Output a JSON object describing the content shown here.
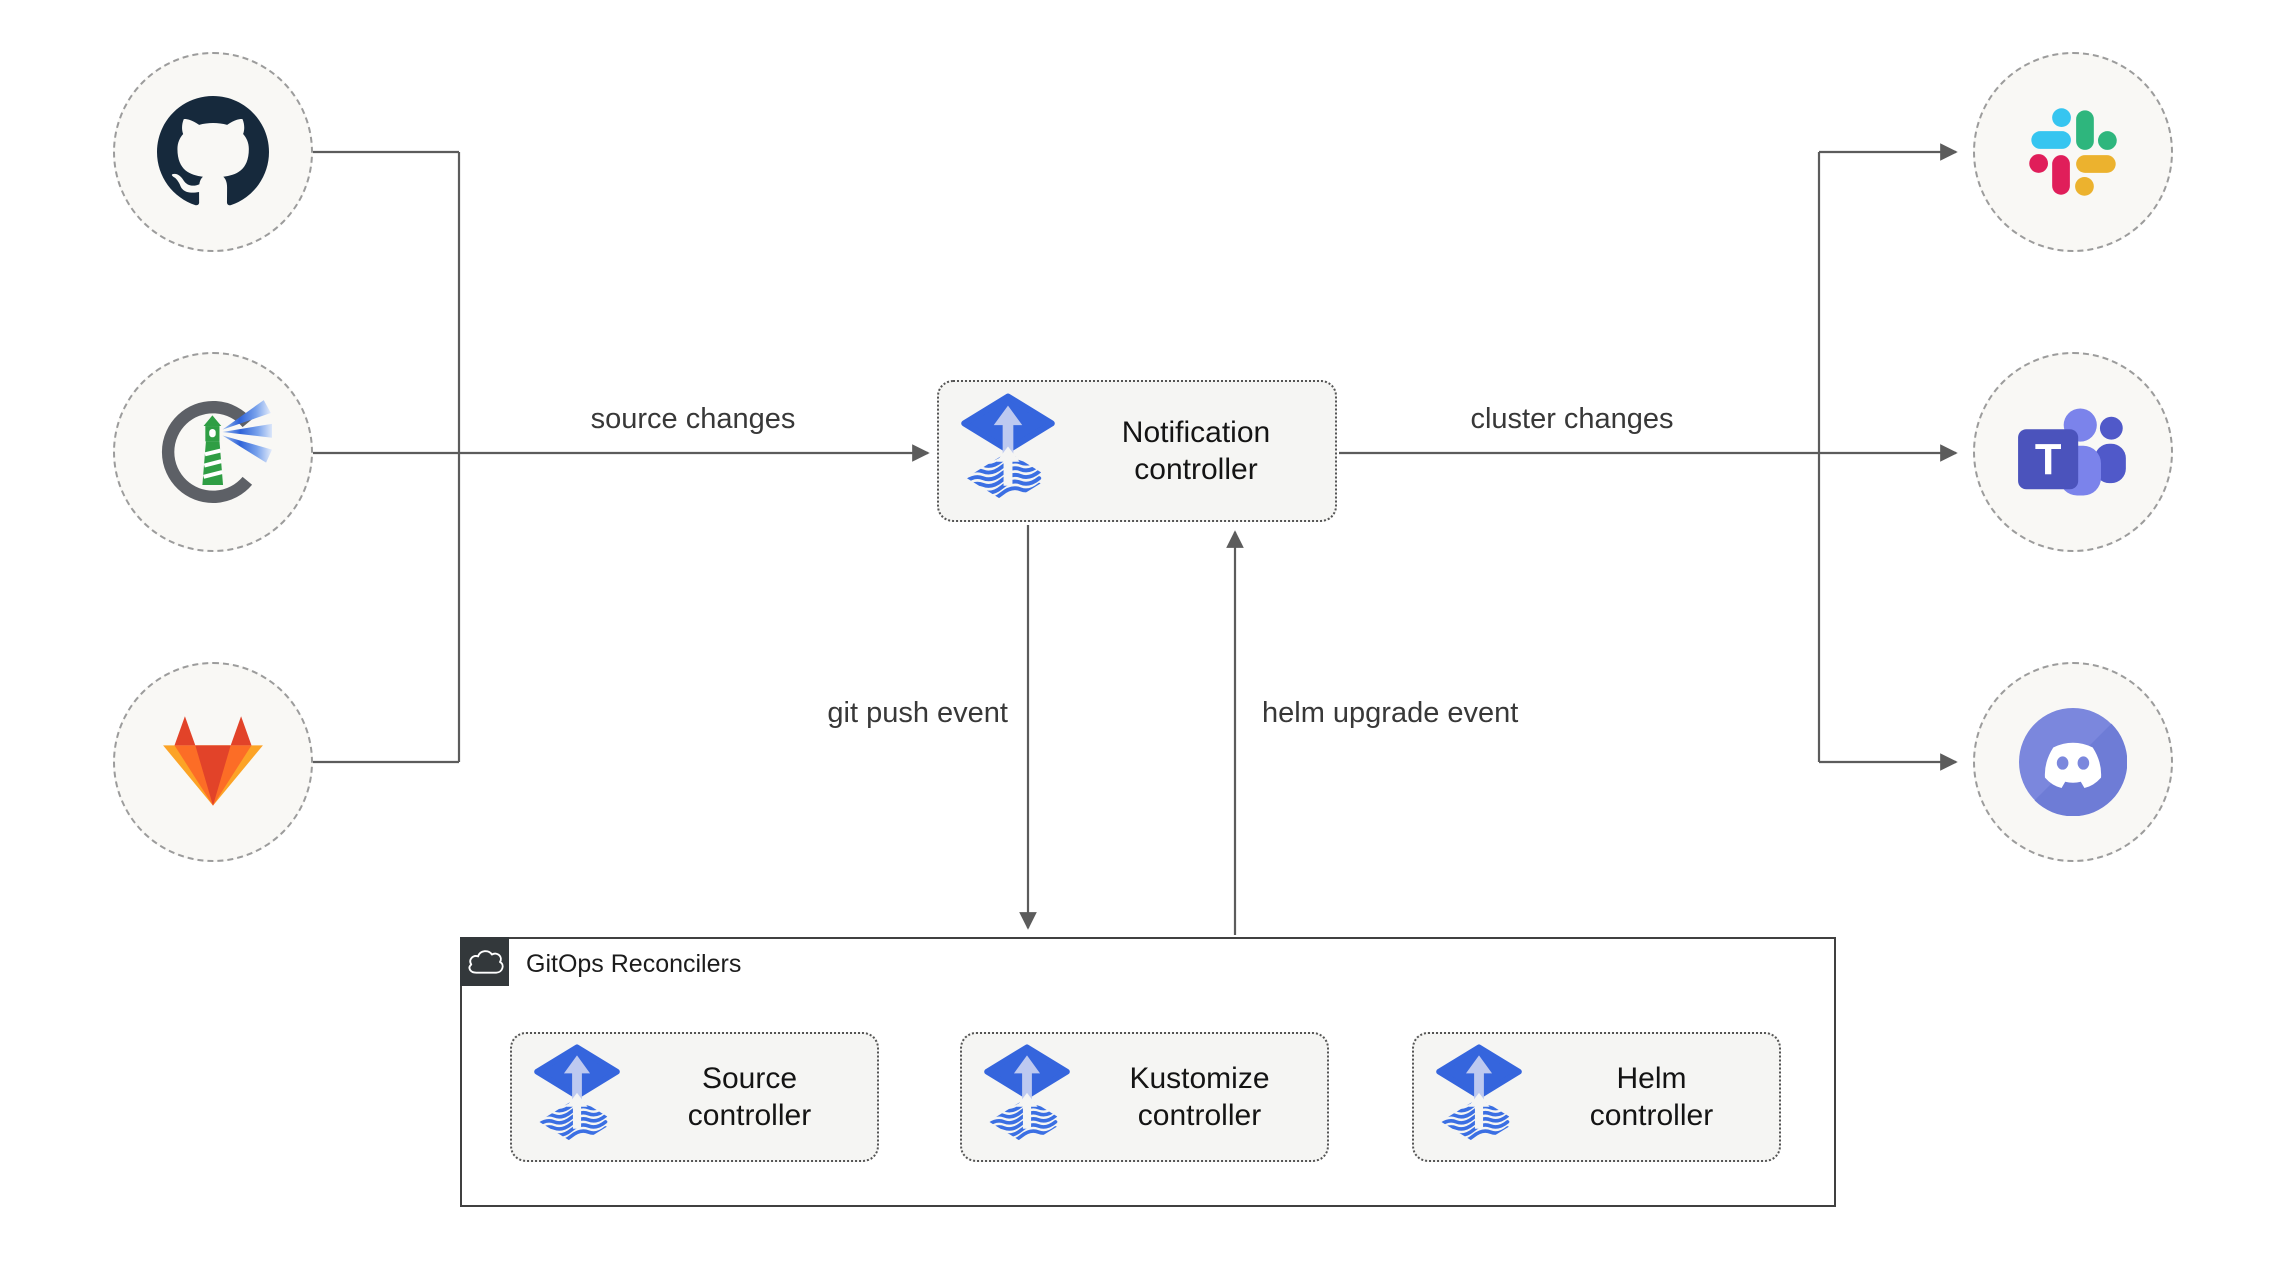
{
  "nodes": {
    "sources": [
      {
        "icon": "github-icon"
      },
      {
        "icon": "harbor-icon"
      },
      {
        "icon": "gitlab-icon"
      }
    ],
    "notification": {
      "icon": "flux-icon",
      "label": "Notification controller"
    },
    "targets": [
      {
        "icon": "slack-icon"
      },
      {
        "icon": "teams-icon"
      },
      {
        "icon": "discord-icon"
      }
    ]
  },
  "edges": {
    "source_changes": "source changes",
    "cluster_changes": "cluster changes",
    "git_push_event": "git push event",
    "helm_upgrade_event": "helm upgrade event"
  },
  "reconcilers_group": {
    "title": "GitOps Reconcilers",
    "icon": "cloud-icon",
    "items": [
      {
        "icon": "flux-icon",
        "label": "Source controller"
      },
      {
        "icon": "flux-icon",
        "label": "Kustomize controller"
      },
      {
        "icon": "flux-icon",
        "label": "Helm controller"
      }
    ]
  },
  "colors": {
    "flux_blue": "#3565dd",
    "flux_arrow_light": "#bdc9f0",
    "line_grey": "#5c5c5c",
    "box_bg": "#f5f5f3",
    "node_bg": "#f9f8f5",
    "slack": [
      "#36c5f0",
      "#2eb67d",
      "#e01e5a",
      "#ecb22e"
    ],
    "gitlab": [
      "#e24329",
      "#fc6d26",
      "#fca326"
    ],
    "teams_purple": "#4b53bc",
    "discord_blurple": "#7b87dd",
    "github_dark": "#16293c",
    "harbor_grey": "#5d6066",
    "harbor_green": "#2f9e44"
  }
}
